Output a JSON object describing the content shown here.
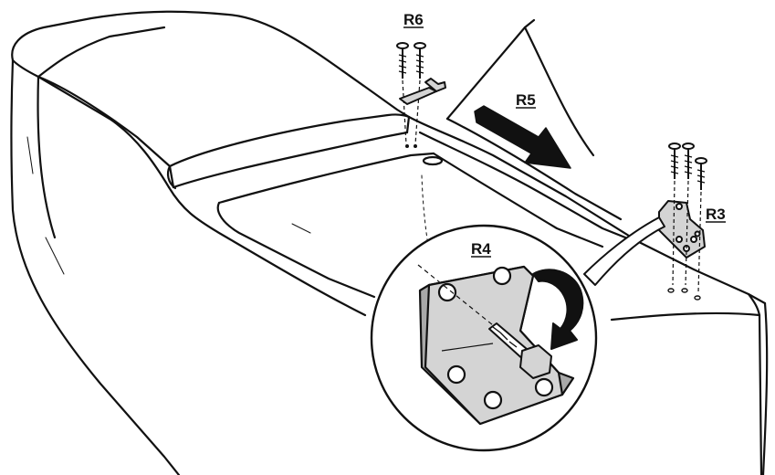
{
  "labels": {
    "r6": "R6",
    "r5": "R5",
    "r3": "R3",
    "r4": "R4"
  },
  "colors": {
    "line": "#111111",
    "bracket_fill": "#d4d4d4",
    "bracket_fill_light": "#e6e6e6",
    "background": "#ffffff",
    "arrow": "#111111"
  }
}
